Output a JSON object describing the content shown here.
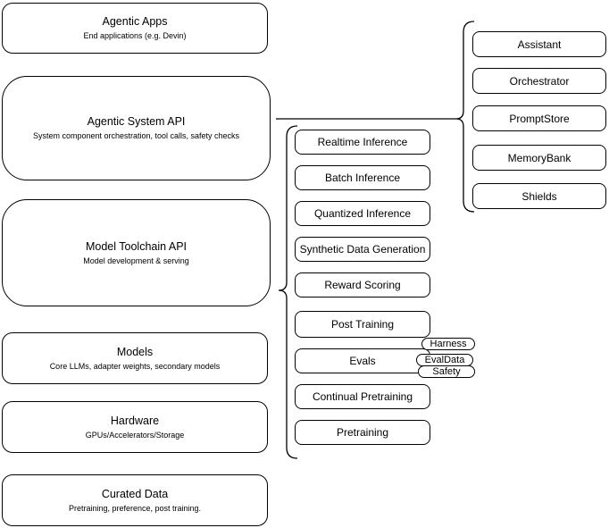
{
  "diagram": {
    "left_stack": [
      {
        "title": "Agentic Apps",
        "subtitle": "End applications (e.g. Devin)"
      },
      {
        "title": "Agentic System API",
        "subtitle": "System component orchestration, tool calls, safety checks"
      },
      {
        "title": "Model Toolchain API",
        "subtitle": "Model development & serving"
      },
      {
        "title": "Models",
        "subtitle": "Core LLMs, adapter weights, secondary models"
      },
      {
        "title": "Hardware",
        "subtitle": "GPUs/Accelerators/Storage"
      },
      {
        "title": "Curated Data",
        "subtitle": "Pretraining, preference, post training."
      }
    ],
    "toolchain_items": [
      "Realtime Inference",
      "Batch Inference",
      "Quantized Inference",
      "Synthetic Data Generation",
      "Reward Scoring",
      "Post Training",
      "Evals",
      "Continual Pretraining",
      "Pretraining"
    ],
    "eval_tags": [
      "Harness",
      "EvalData",
      "Safety"
    ],
    "system_components": [
      "Assistant",
      "Orchestrator",
      "PromptStore",
      "MemoryBank",
      "Shields"
    ],
    "colors": {
      "stroke": "#000000",
      "fill": "#ffffff",
      "text": "#000000"
    }
  }
}
